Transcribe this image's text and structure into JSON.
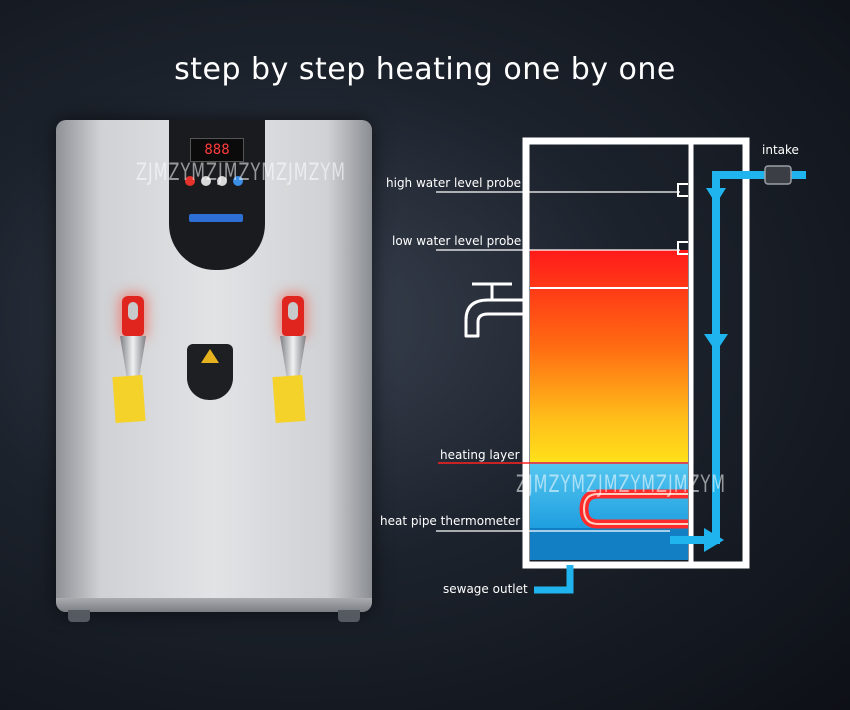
{
  "title": "step by step heating one by one",
  "watermark": "ZJMZYMZJMZYMZJMZYM",
  "display_readout": "888",
  "labels": {
    "intake": "intake",
    "high_probe": "high water level probe",
    "low_probe": "low water level probe",
    "heating_layer": "heating layer",
    "heat_pipe": "heat pipe thermometer",
    "sewage": "sewage outlet"
  },
  "colors": {
    "pipe": "#1fb4ee",
    "frame": "#ffffff",
    "hot_top": "#ff1a1a",
    "hot_mid": "#ff7a10",
    "warm": "#ffd21a",
    "cool": "#33b8ee",
    "heater": "#ff2a2a",
    "heating_line": "#ff2020"
  },
  "icons": [
    "water-tap-icon",
    "flow-arrow-icon",
    "warning-icon"
  ]
}
